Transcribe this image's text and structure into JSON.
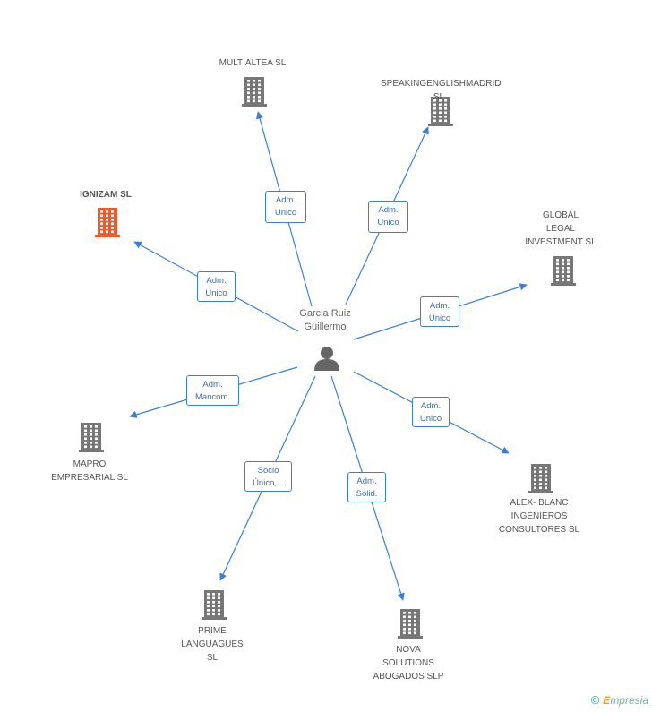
{
  "person": {
    "name": "Garcia Ruiz\nGuillermo",
    "icon": "person-icon"
  },
  "colors": {
    "edge": "#3a7fd5",
    "building": "#777777",
    "highlight": "#f05a28"
  },
  "nodes": [
    {
      "id": "multialtea",
      "label": "MULTIALTEA SL",
      "relation": "Adm.\nUnico",
      "highlight": false
    },
    {
      "id": "speaking",
      "label": "SPEAKINGENGLISHMADRID SL",
      "relation": "Adm.\nUnico",
      "highlight": false
    },
    {
      "id": "ignizam",
      "label": "IGNIZAM SL",
      "relation": "Adm.\nUnico",
      "highlight": true
    },
    {
      "id": "global",
      "label": "GLOBAL\nLEGAL\nINVESTMENT SL",
      "relation": "Adm.\nUnico",
      "highlight": false
    },
    {
      "id": "mapro",
      "label": "MAPRO\nEMPRESARIAL SL",
      "relation": "Adm.\nMancom.",
      "highlight": false
    },
    {
      "id": "alex",
      "label": "ALEX- BLANC\nINGENIEROS\nCONSULTORES SL",
      "relation": "Adm.\nUnico",
      "highlight": false
    },
    {
      "id": "prime",
      "label": "PRIME\nLANGUAGUES\nSL",
      "relation": "Socio\nÚnico,...",
      "highlight": false
    },
    {
      "id": "nova",
      "label": "NOVA\nSOLUTIONS\nABOGADOS SLP",
      "relation": "Adm.\nSolid.",
      "highlight": false
    }
  ],
  "brand": {
    "copyright": "©",
    "first": "E",
    "rest": "mpresia"
  }
}
